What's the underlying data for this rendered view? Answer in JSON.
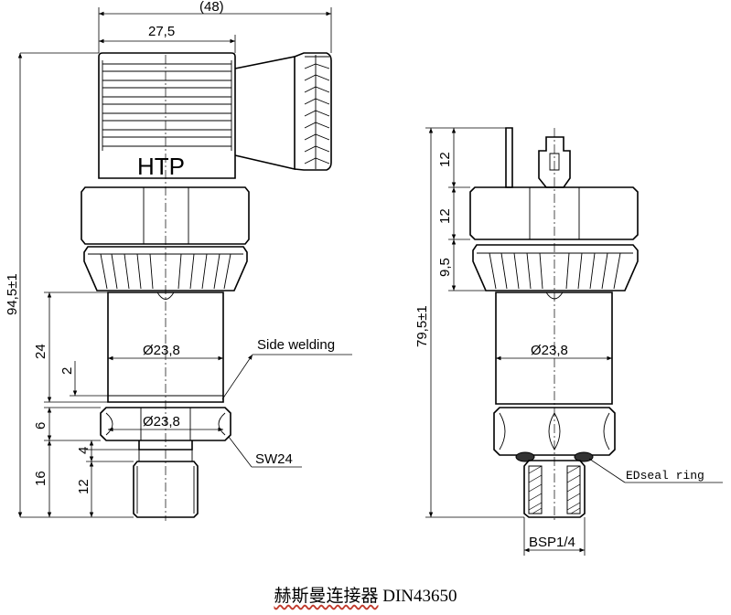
{
  "left_view": {
    "dim_overall_width": "(48)",
    "dim_connector_width": "27,5",
    "dim_total_height": "94,5±1",
    "dim_body_height": "24",
    "dim_weld_offset": "2",
    "dim_hex_height": "6",
    "dim_thread_offset": "4",
    "dim_thread_total": "16",
    "dim_thread_length": "12",
    "dim_body_diameter": "Ø23,8",
    "dim_hex_diameter": "Ø23,8",
    "brand": "HTP",
    "label_side_welding": "Side welding",
    "label_wrench": "SW24"
  },
  "right_view": {
    "dim_total_height": "79,5±1",
    "dim_pin_height": "12",
    "dim_cap_height": "12",
    "dim_gland_height": "9,5",
    "dim_body_diameter": "Ø23,8",
    "label_seal": "EDseal ring",
    "label_thread": "BSP1/4"
  },
  "caption": {
    "chinese": "赫斯曼连接器",
    "standard": "DIN43650"
  }
}
